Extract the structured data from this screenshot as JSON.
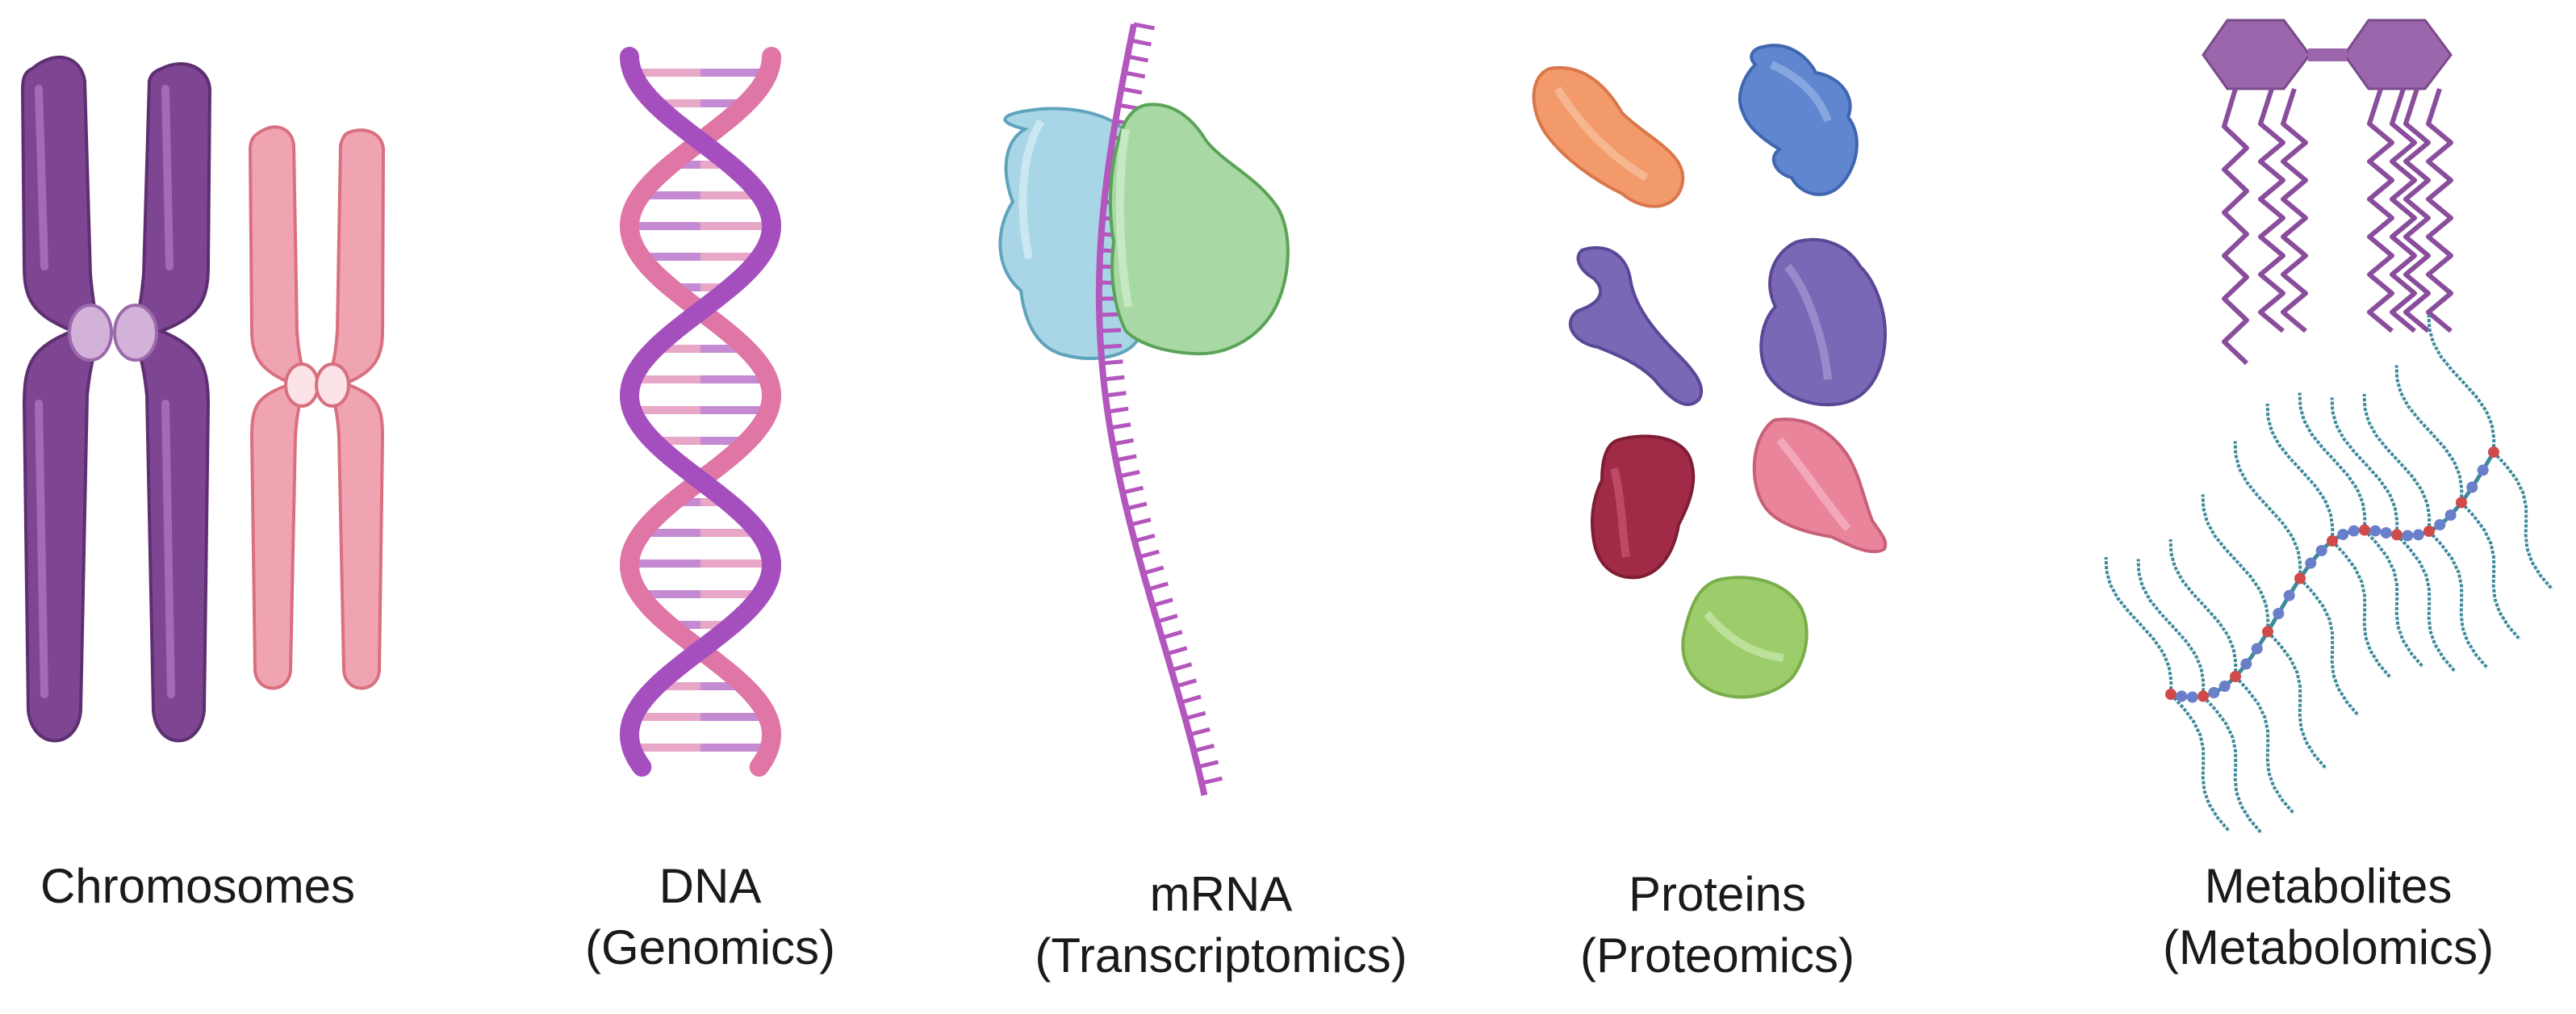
{
  "panels": [
    {
      "id": "chromosomes",
      "line1": "Chromosomes",
      "line2": "",
      "icon": "chromosome-icon"
    },
    {
      "id": "dna",
      "line1": "DNA",
      "line2": "(Genomics)",
      "icon": "dna-helix-icon"
    },
    {
      "id": "mrna",
      "line1": "mRNA",
      "line2": "(Transcriptomics)",
      "icon": "mrna-ribosome-icon"
    },
    {
      "id": "proteins",
      "line1": "Proteins",
      "line2": "(Proteomics)",
      "icon": "protein-icon"
    },
    {
      "id": "metabolites",
      "line1": "Metabolites",
      "line2": "(Metabolomics)",
      "icon": "metabolite-icon"
    }
  ],
  "colors": {
    "chromosome_purple": "#7e4592",
    "chromosome_pink": "#ee9aa8",
    "dna_purple": "#a54fbf",
    "dna_pink": "#df76a6",
    "mrna_strand": "#b356bd",
    "ribosome_blue": "#a9d6e6",
    "ribosome_green": "#a8d9a4",
    "protein_orange": "#f29a6a",
    "protein_blue": "#5f86cf",
    "protein_purple": "#7a68b6",
    "protein_crimson": "#a12b47",
    "protein_pink": "#e9849b",
    "protein_green": "#9ccd6a",
    "lipid_purple": "#8a4d9c",
    "polymer_teal": "#3d8a9c",
    "polymer_node_red": "#d04a4a",
    "polymer_node_blue": "#6a7fc9"
  }
}
